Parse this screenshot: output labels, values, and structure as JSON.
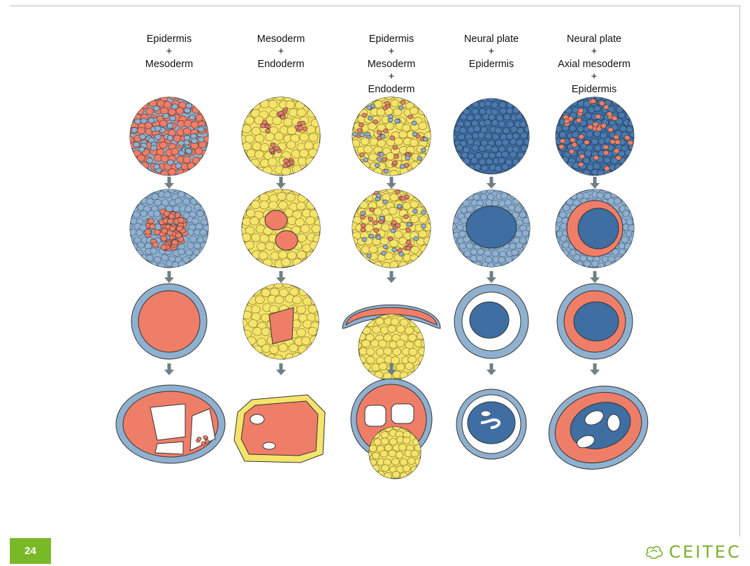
{
  "page": {
    "number": "24"
  },
  "brand": {
    "name": "CEITEC",
    "icon": "ceitec-logo-icon"
  },
  "columns": [
    {
      "lines": [
        "Epidermis",
        "+",
        "Mesoderm"
      ]
    },
    {
      "lines": [
        "Mesoderm",
        "+",
        "Endoderm"
      ]
    },
    {
      "lines": [
        "Epidermis",
        "+",
        "Mesoderm",
        "+",
        "Endoderm"
      ]
    },
    {
      "lines": [
        "Neural plate",
        "+",
        "Epidermis"
      ]
    },
    {
      "lines": [
        "Neural plate",
        "+",
        "Axial mesoderm",
        "+",
        "Epidermis"
      ]
    }
  ],
  "colors": {
    "epidermis": "#8fb0cf",
    "mesoderm": "#ef7e68",
    "endoderm": "#f4e46a",
    "neural": "#3e6ea2",
    "arrow": "#6f8082"
  }
}
